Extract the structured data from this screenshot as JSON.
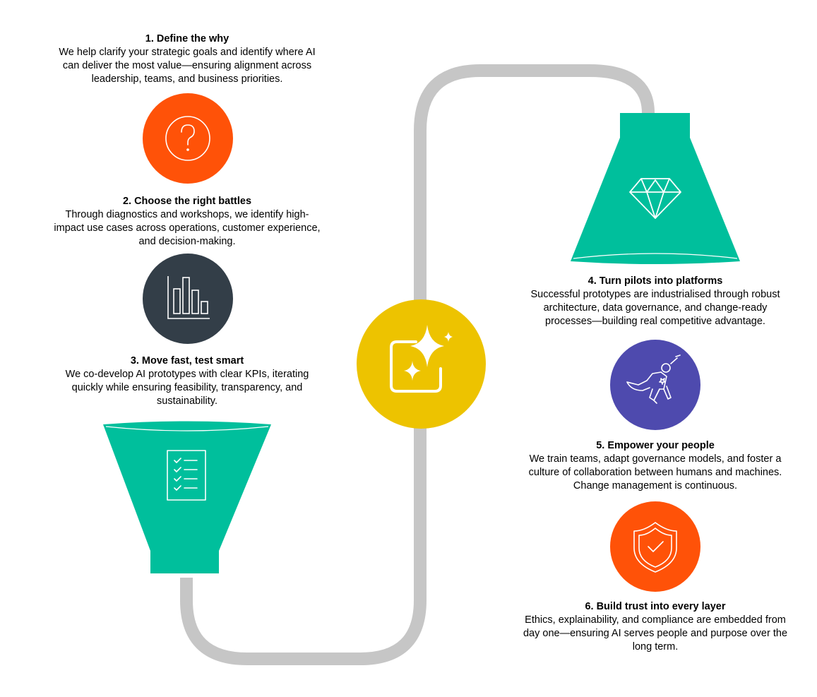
{
  "steps": [
    {
      "title": "1. Define the why",
      "lines": [
        "We help clarify your strategic goals and identify where AI",
        "can deliver the most value—ensuring alignment across",
        "leadership, teams, and business priorities."
      ],
      "icon": "question-icon",
      "color": "#FF5208"
    },
    {
      "title": "2. Choose the right battles",
      "lines": [
        "Through diagnostics and workshops, we identify high-",
        "impact use cases across operations, customer experience,",
        "and decision-making."
      ],
      "icon": "bar-chart-icon",
      "color": "#333E48"
    },
    {
      "title": "3. Move fast, test smart",
      "lines": [
        "We co-develop AI prototypes with clear KPIs, iterating",
        "quickly while ensuring feasibility, transparency, and",
        "sustainability."
      ],
      "icon": "checklist-icon",
      "color": "#00BF9C"
    },
    {
      "title": "4. Turn pilots into platforms",
      "lines": [
        "Successful prototypes are industrialised through robust",
        "architecture, data governance, and change-ready",
        "processes—building real competitive advantage."
      ],
      "icon": "diamond-icon",
      "color": "#00BF9C"
    },
    {
      "title": "5. Empower your people",
      "lines": [
        "We train teams, adapt governance models, and foster a",
        "culture of collaboration between humans and machines.",
        "Change management is continuous."
      ],
      "icon": "superhero-icon",
      "color": "#4E4AAE"
    },
    {
      "title": "6. Build trust into every layer",
      "lines": [
        "Ethics, explainability, and compliance are embedded from",
        "day one—ensuring AI serves people and purpose over the",
        "long term."
      ],
      "icon": "shield-check-icon",
      "color": "#FF5208"
    }
  ],
  "center": {
    "icon": "sparkle-ai-icon",
    "color": "#EDC300"
  },
  "path_color": "#C6C6C6"
}
